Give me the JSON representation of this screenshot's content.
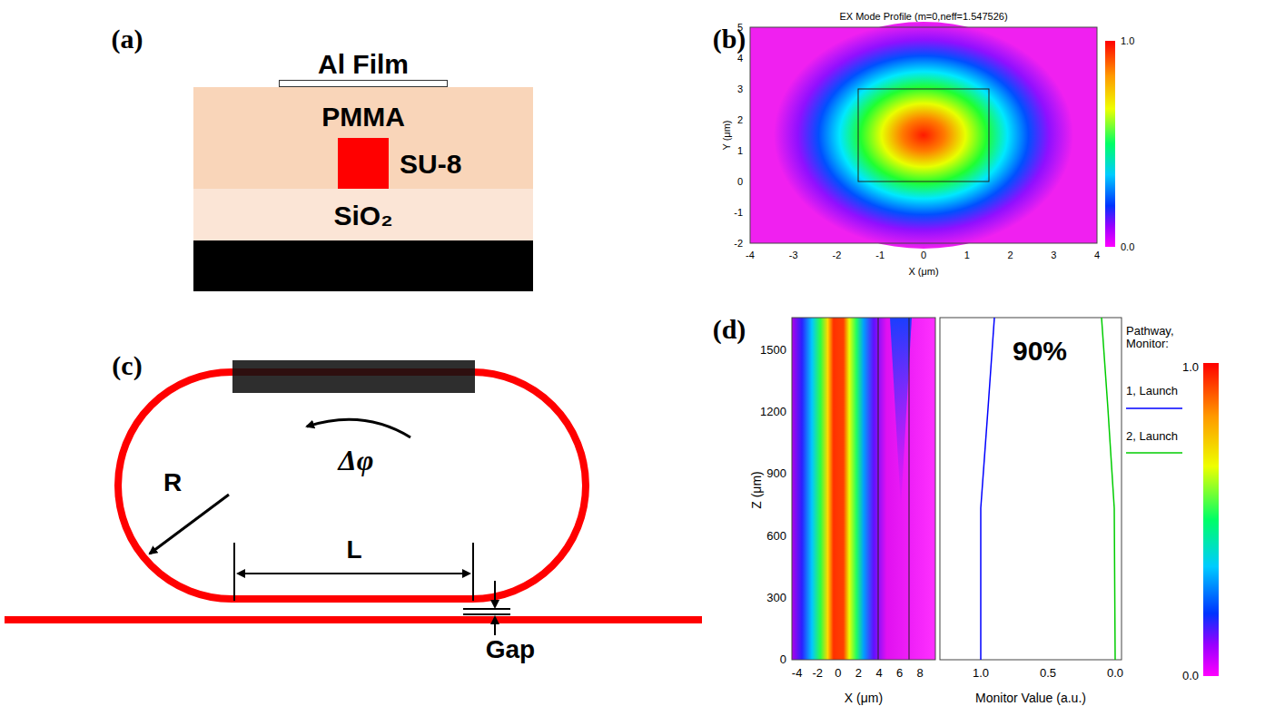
{
  "diagram": {
    "nodes": [
      {
        "text": [
          "Al Film"
        ]
      },
      {
        "text": [
          "PMMA"
        ]
      },
      {
        "text": [
          "SU-8"
        ],
        "in": 1
      },
      {
        "text": [
          "SiO₂"
        ]
      }
    ],
    "labels": [
      "(a)",
      "(b)",
      "(c)",
      "(d)",
      "EX Mode Profile (m=0,neff=1.547526)",
      "5",
      "4",
      "3",
      "2",
      "1",
      "0",
      "-1",
      "-2",
      "-4",
      "-3",
      "-2",
      "-1",
      "0",
      "1",
      "2",
      "3",
      "4",
      "X (μm)",
      "Y (μm)",
      "1.0",
      "0.0",
      "R",
      "Δφ",
      "L",
      "Gap",
      "0",
      "300",
      "600",
      "900",
      "1200",
      "1500",
      "-4",
      "-2",
      "0",
      "2",
      "4",
      "6",
      "8",
      "Z (μm)",
      "X (μm)",
      "1.0",
      "0.5",
      "0.0",
      "Monitor Value (a.u.)",
      "90%",
      "Pathway, Monitor:",
      "1.0",
      "0.0"
    ],
    "legend": [
      {
        "text": "1, Launch"
      },
      {
        "text": "2, Launch"
      }
    ]
  }
}
